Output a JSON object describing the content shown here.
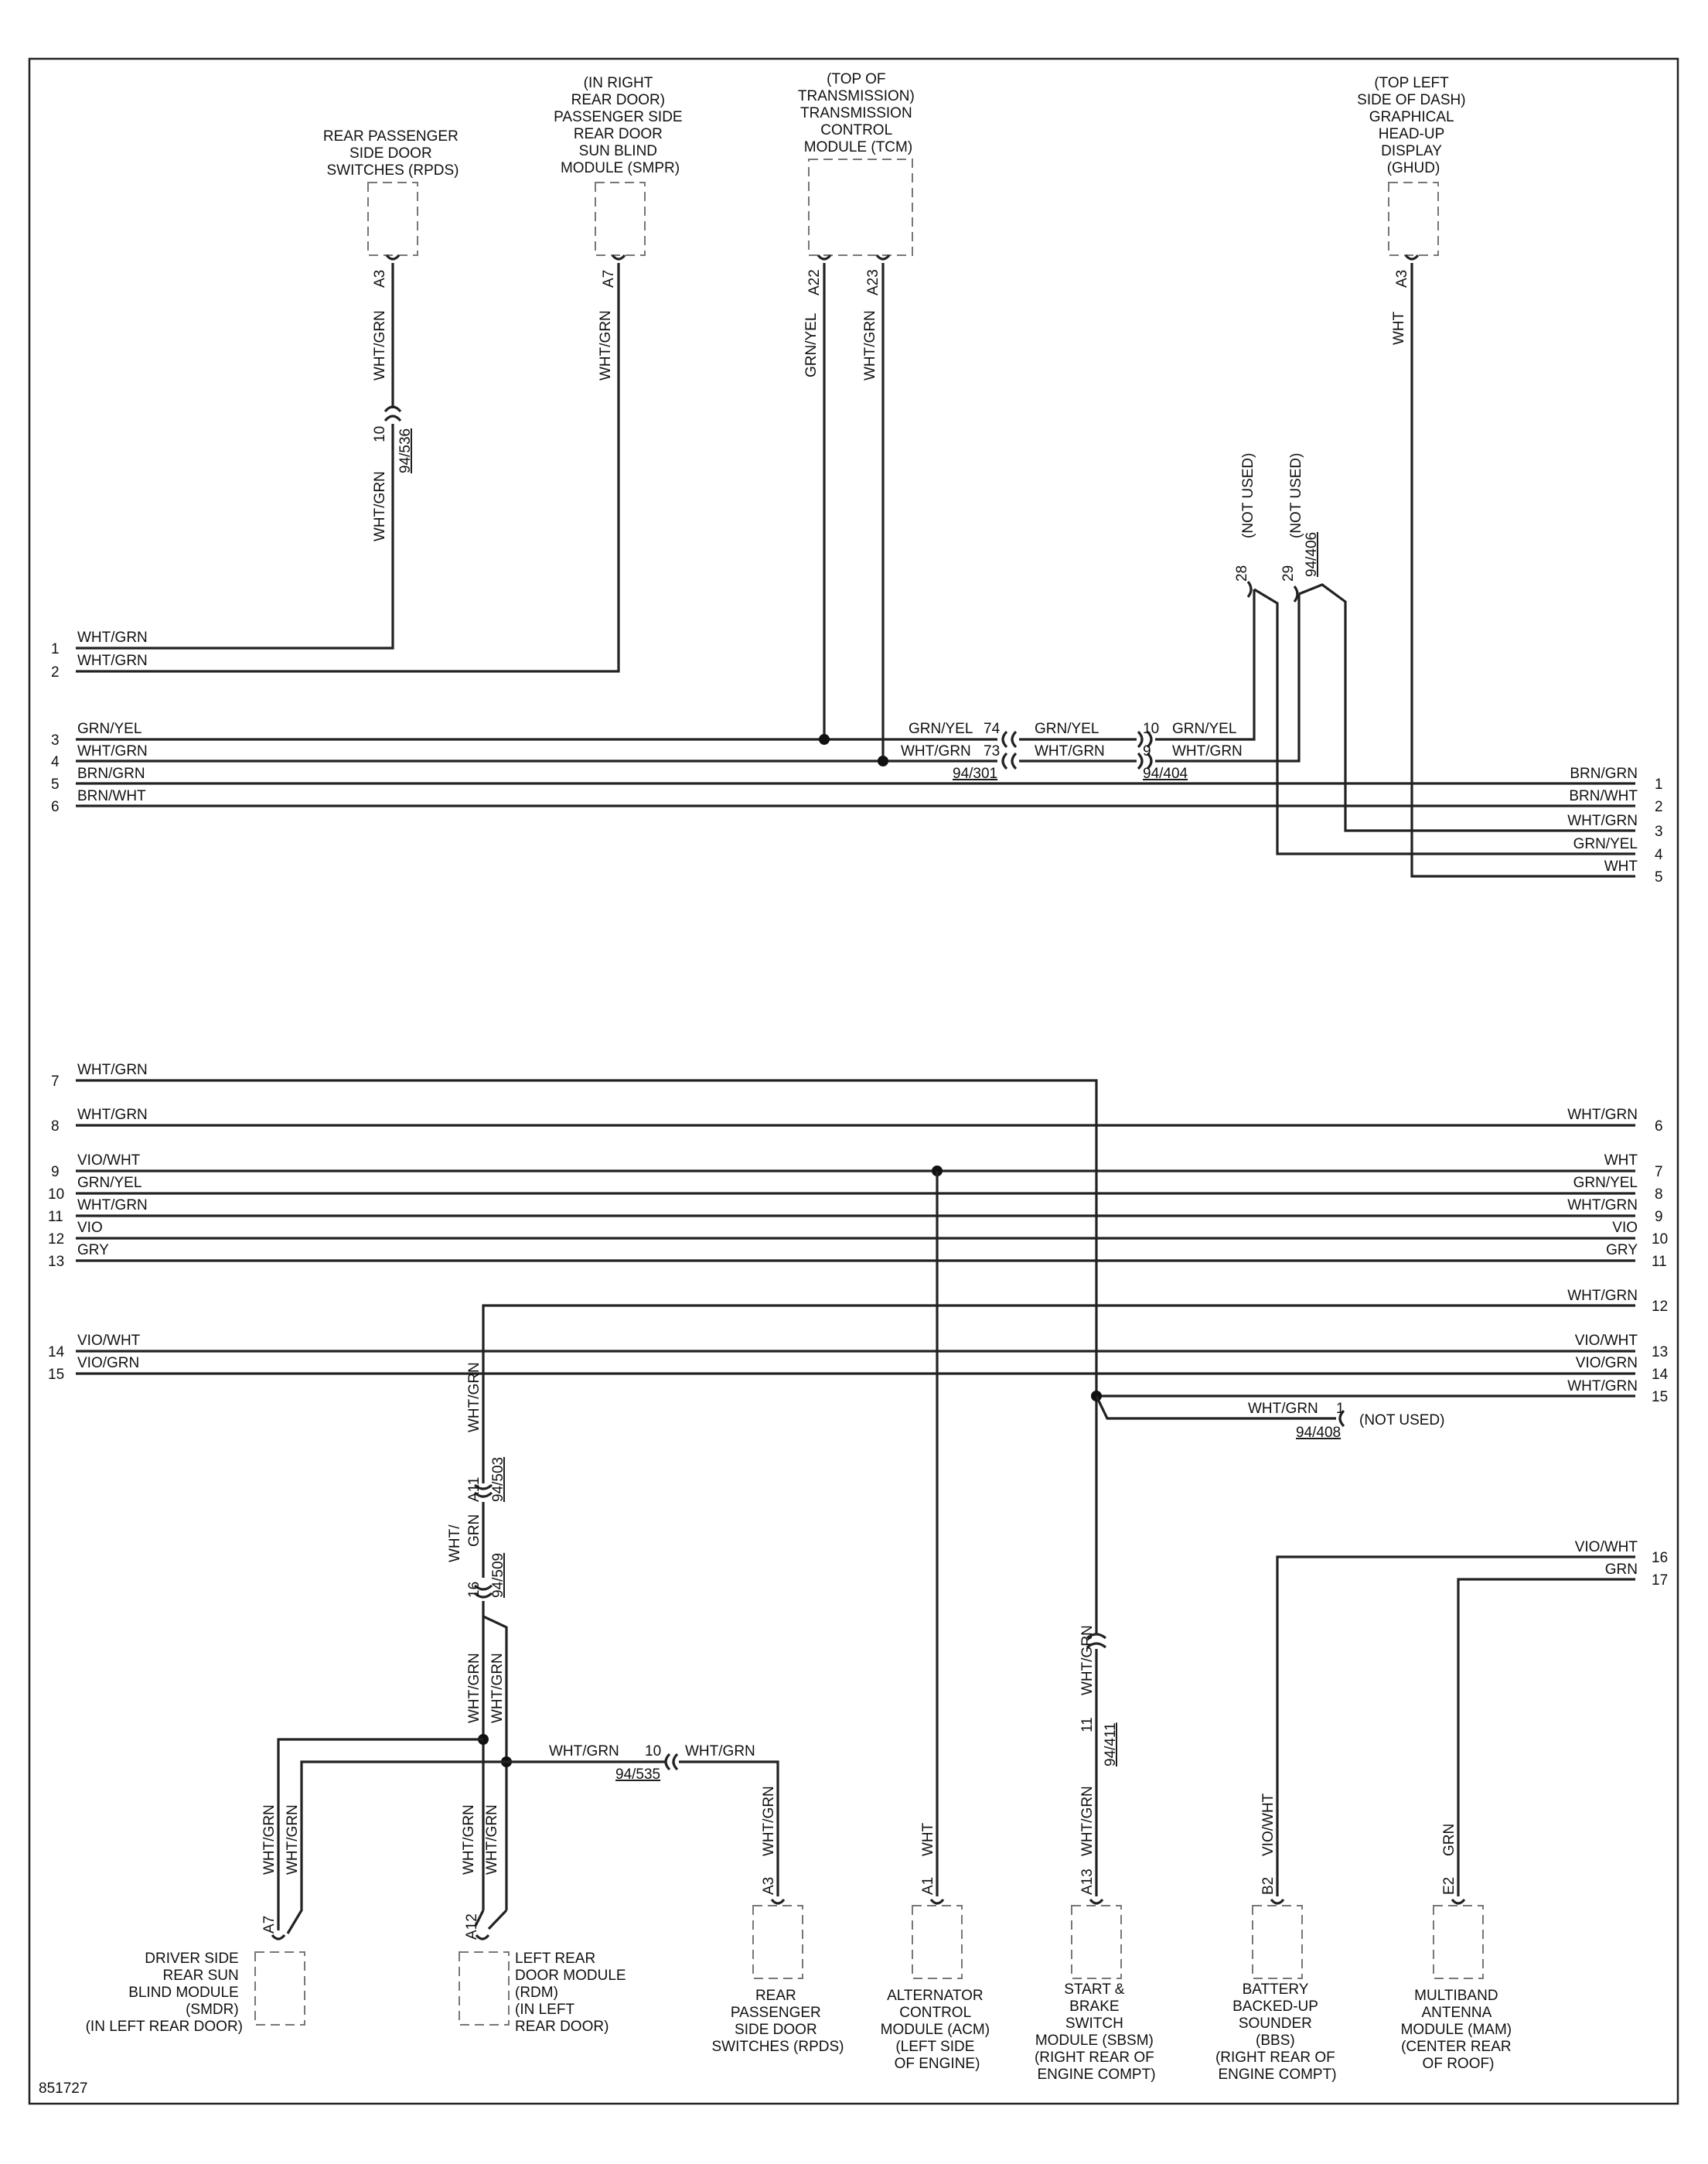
{
  "figure_id": "851727",
  "components": {
    "rpds_top": [
      "REAR PASSENGER",
      "SIDE DOOR",
      "SWITCHES (RPDS)"
    ],
    "smpr": [
      "(IN RIGHT",
      "REAR DOOR)",
      "PASSENGER SIDE",
      "REAR DOOR",
      "SUN BLIND",
      "MODULE (SMPR)"
    ],
    "tcm": [
      "(TOP OF",
      "TRANSMISSION)",
      "TRANSMISSION",
      "CONTROL",
      "MODULE (TCM)"
    ],
    "ghud": [
      "(TOP LEFT",
      "SIDE OF DASH)",
      "GRAPHICAL",
      "HEAD-UP",
      "DISPLAY",
      "(GHUD)"
    ],
    "smdr": [
      "DRIVER SIDE",
      "REAR SUN",
      "BLIND MODULE",
      "(SMDR)",
      "(IN LEFT REAR DOOR)"
    ],
    "rdm": [
      "LEFT REAR",
      "DOOR MODULE",
      "(RDM)",
      "(IN LEFT",
      "REAR DOOR)"
    ],
    "rpds_bottom": [
      "REAR",
      "PASSENGER",
      "SIDE DOOR",
      "SWITCHES (RPDS)"
    ],
    "acm": [
      "ALTERNATOR",
      "CONTROL",
      "MODULE (ACM)",
      "(LEFT SIDE",
      "OF ENGINE)"
    ],
    "sbsm": [
      "START &",
      "BRAKE",
      "SWITCH",
      "MODULE (SBSM)",
      "(RIGHT REAR OF",
      "ENGINE COMPT)"
    ],
    "bbs": [
      "BATTERY",
      "BACKED-UP",
      "SOUNDER",
      "(BBS)",
      "(RIGHT REAR OF",
      "ENGINE COMPT)"
    ],
    "mam": [
      "MULTIBAND",
      "ANTENNA",
      "MODULE (MAM)",
      "(CENTER REAR",
      "OF ROOF)"
    ]
  },
  "pins": {
    "rpds_top": "A3",
    "smpr": "A7",
    "tcm_a": "A22",
    "tcm_b": "A23",
    "ghud": "A3",
    "smdr": "A7",
    "rdm": "A12",
    "rpds_bottom": "A3",
    "acm": "A1",
    "sbsm": "A13",
    "bbs": "B2",
    "mam": "E2"
  },
  "connectors": {
    "c536_pin": "10",
    "c536_id": "94/536",
    "c301_pin_a": "74",
    "c301_pin_b": "73",
    "c301_id": "94/301",
    "c404_pin_a": "10",
    "c404_pin_b": "9",
    "c404_id": "94/404",
    "c406_pin_a": "28",
    "c406_pin_b": "29",
    "c406_id": "94/406",
    "c503_pin": "A11",
    "c503_id": "94/503",
    "c509_pin": "16",
    "c509_id": "94/509",
    "c535_pin": "10",
    "c535_id": "94/535",
    "c411_pin": "11",
    "c411_id": "94/411",
    "c408_pin": "1",
    "c408_id": "94/408",
    "not_used": "(NOT USED)"
  },
  "colors": {
    "wht_grn": "WHT/GRN",
    "grn_yel": "GRN/YEL",
    "brn_grn": "BRN/GRN",
    "brn_wht": "BRN/WHT",
    "wht": "WHT",
    "vio_wht": "VIO/WHT",
    "vio": "VIO",
    "gry": "GRY",
    "vio_grn": "VIO/GRN",
    "grn": "GRN",
    "wht_split_a": "WHT/",
    "wht_split_b": "GRN"
  },
  "left_lines": {
    "top": [
      "1",
      "2",
      "3",
      "4",
      "5",
      "6"
    ],
    "bottom": [
      "7",
      "8",
      "9",
      "10",
      "11",
      "12",
      "13",
      "14",
      "15"
    ]
  },
  "right_lines": {
    "top": [
      "1",
      "2",
      "3",
      "4",
      "5"
    ],
    "bottom": [
      "6",
      "7",
      "8",
      "9",
      "10",
      "11",
      "12",
      "13",
      "14",
      "15",
      "16",
      "17"
    ]
  }
}
